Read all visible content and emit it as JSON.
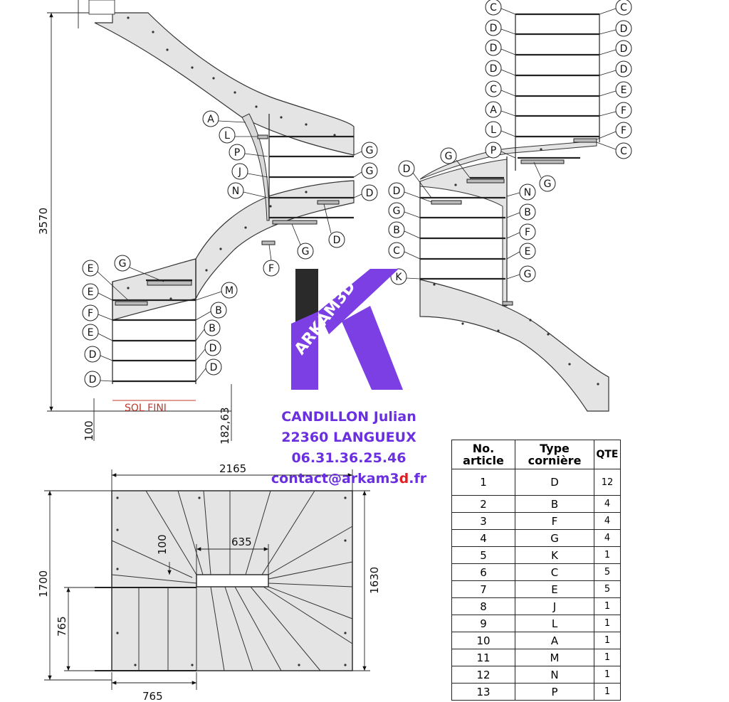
{
  "dimensions": {
    "height_total": "3570",
    "step_100": "100",
    "step_182": "182,63",
    "floor_label": "SOL FINI",
    "plan_width": "2165",
    "plan_depth_left": "1700",
    "plan_depth_right": "1630",
    "landing_765_v": "765",
    "landing_765_h": "765",
    "core_635": "635",
    "core_100": "100"
  },
  "callouts_left": [
    "A",
    "L",
    "P",
    "J",
    "N",
    "G",
    "G",
    "D",
    "D",
    "G",
    "F",
    "E",
    "G",
    "E",
    "M",
    "F",
    "B",
    "E",
    "B",
    "D",
    "D",
    "D",
    "D"
  ],
  "callouts_right": [
    "C",
    "C",
    "D",
    "D",
    "D",
    "D",
    "D",
    "D",
    "C",
    "E",
    "A",
    "F",
    "L",
    "F",
    "P",
    "C",
    "G",
    "G",
    "D",
    "N",
    "D",
    "B",
    "G",
    "F",
    "B",
    "E",
    "C",
    "G",
    "K"
  ],
  "logo": {
    "text": "ARKAM3D",
    "brand_color": "#7b3fe4",
    "dark_color": "#2a2a2a",
    "accent_color": "#e02020"
  },
  "contact": {
    "name": "CANDILLON Julian",
    "city": "22360 LANGUEUX",
    "phone": "06.31.36.25.46",
    "email_pre": "contact@arkam3",
    "email_accent": "d",
    "email_post": ".fr"
  },
  "table": {
    "headers": [
      "No. article",
      "Type cornière",
      "QTE"
    ],
    "rows": [
      [
        "1",
        "D",
        "12"
      ],
      [
        "2",
        "B",
        "4"
      ],
      [
        "3",
        "F",
        "4"
      ],
      [
        "4",
        "G",
        "4"
      ],
      [
        "5",
        "K",
        "1"
      ],
      [
        "6",
        "C",
        "5"
      ],
      [
        "7",
        "E",
        "5"
      ],
      [
        "8",
        "J",
        "1"
      ],
      [
        "9",
        "L",
        "1"
      ],
      [
        "10",
        "A",
        "1"
      ],
      [
        "11",
        "M",
        "1"
      ],
      [
        "12",
        "N",
        "1"
      ],
      [
        "13",
        "P",
        "1"
      ]
    ]
  }
}
